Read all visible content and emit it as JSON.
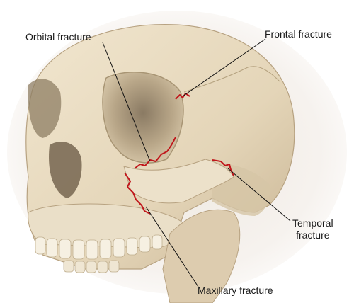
{
  "labels": {
    "orbital": "Orbital fracture",
    "frontal": "Frontal fracture",
    "temporal_line1": "Temporal",
    "temporal_line2": "fracture",
    "maxillary": "Maxillary fracture"
  },
  "colors": {
    "bone": "#e9dcc3",
    "bone_shadow": "#c9b89a",
    "fracture": "#c0161b",
    "leader_line": "#111111"
  }
}
